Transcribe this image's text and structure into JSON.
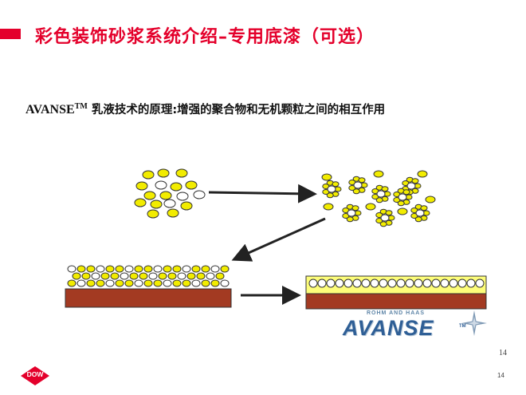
{
  "slide": {
    "title": "彩色装饰砂浆系统介绍–专用底漆（可选）",
    "subtitle_brand": "AVANSE",
    "subtitle_tm": "TM",
    "subtitle_rest": " 乳液技术的原理:增强的聚合物和无机颗粒之间的相互作用",
    "page_number_upper": "14",
    "page_number_lower": "14"
  },
  "logos": {
    "dow": "DOW",
    "avanse_small": "ROHM AND HAAS",
    "avanse_big": "AVANSE",
    "avanse_tm": "TM"
  },
  "colors": {
    "accent_red": "#e4002b",
    "particle_yellow": "#f2ec00",
    "particle_white": "#ffffff",
    "substrate_brown": "#a33a22",
    "film_yellow": "#fdfd7a"
  }
}
